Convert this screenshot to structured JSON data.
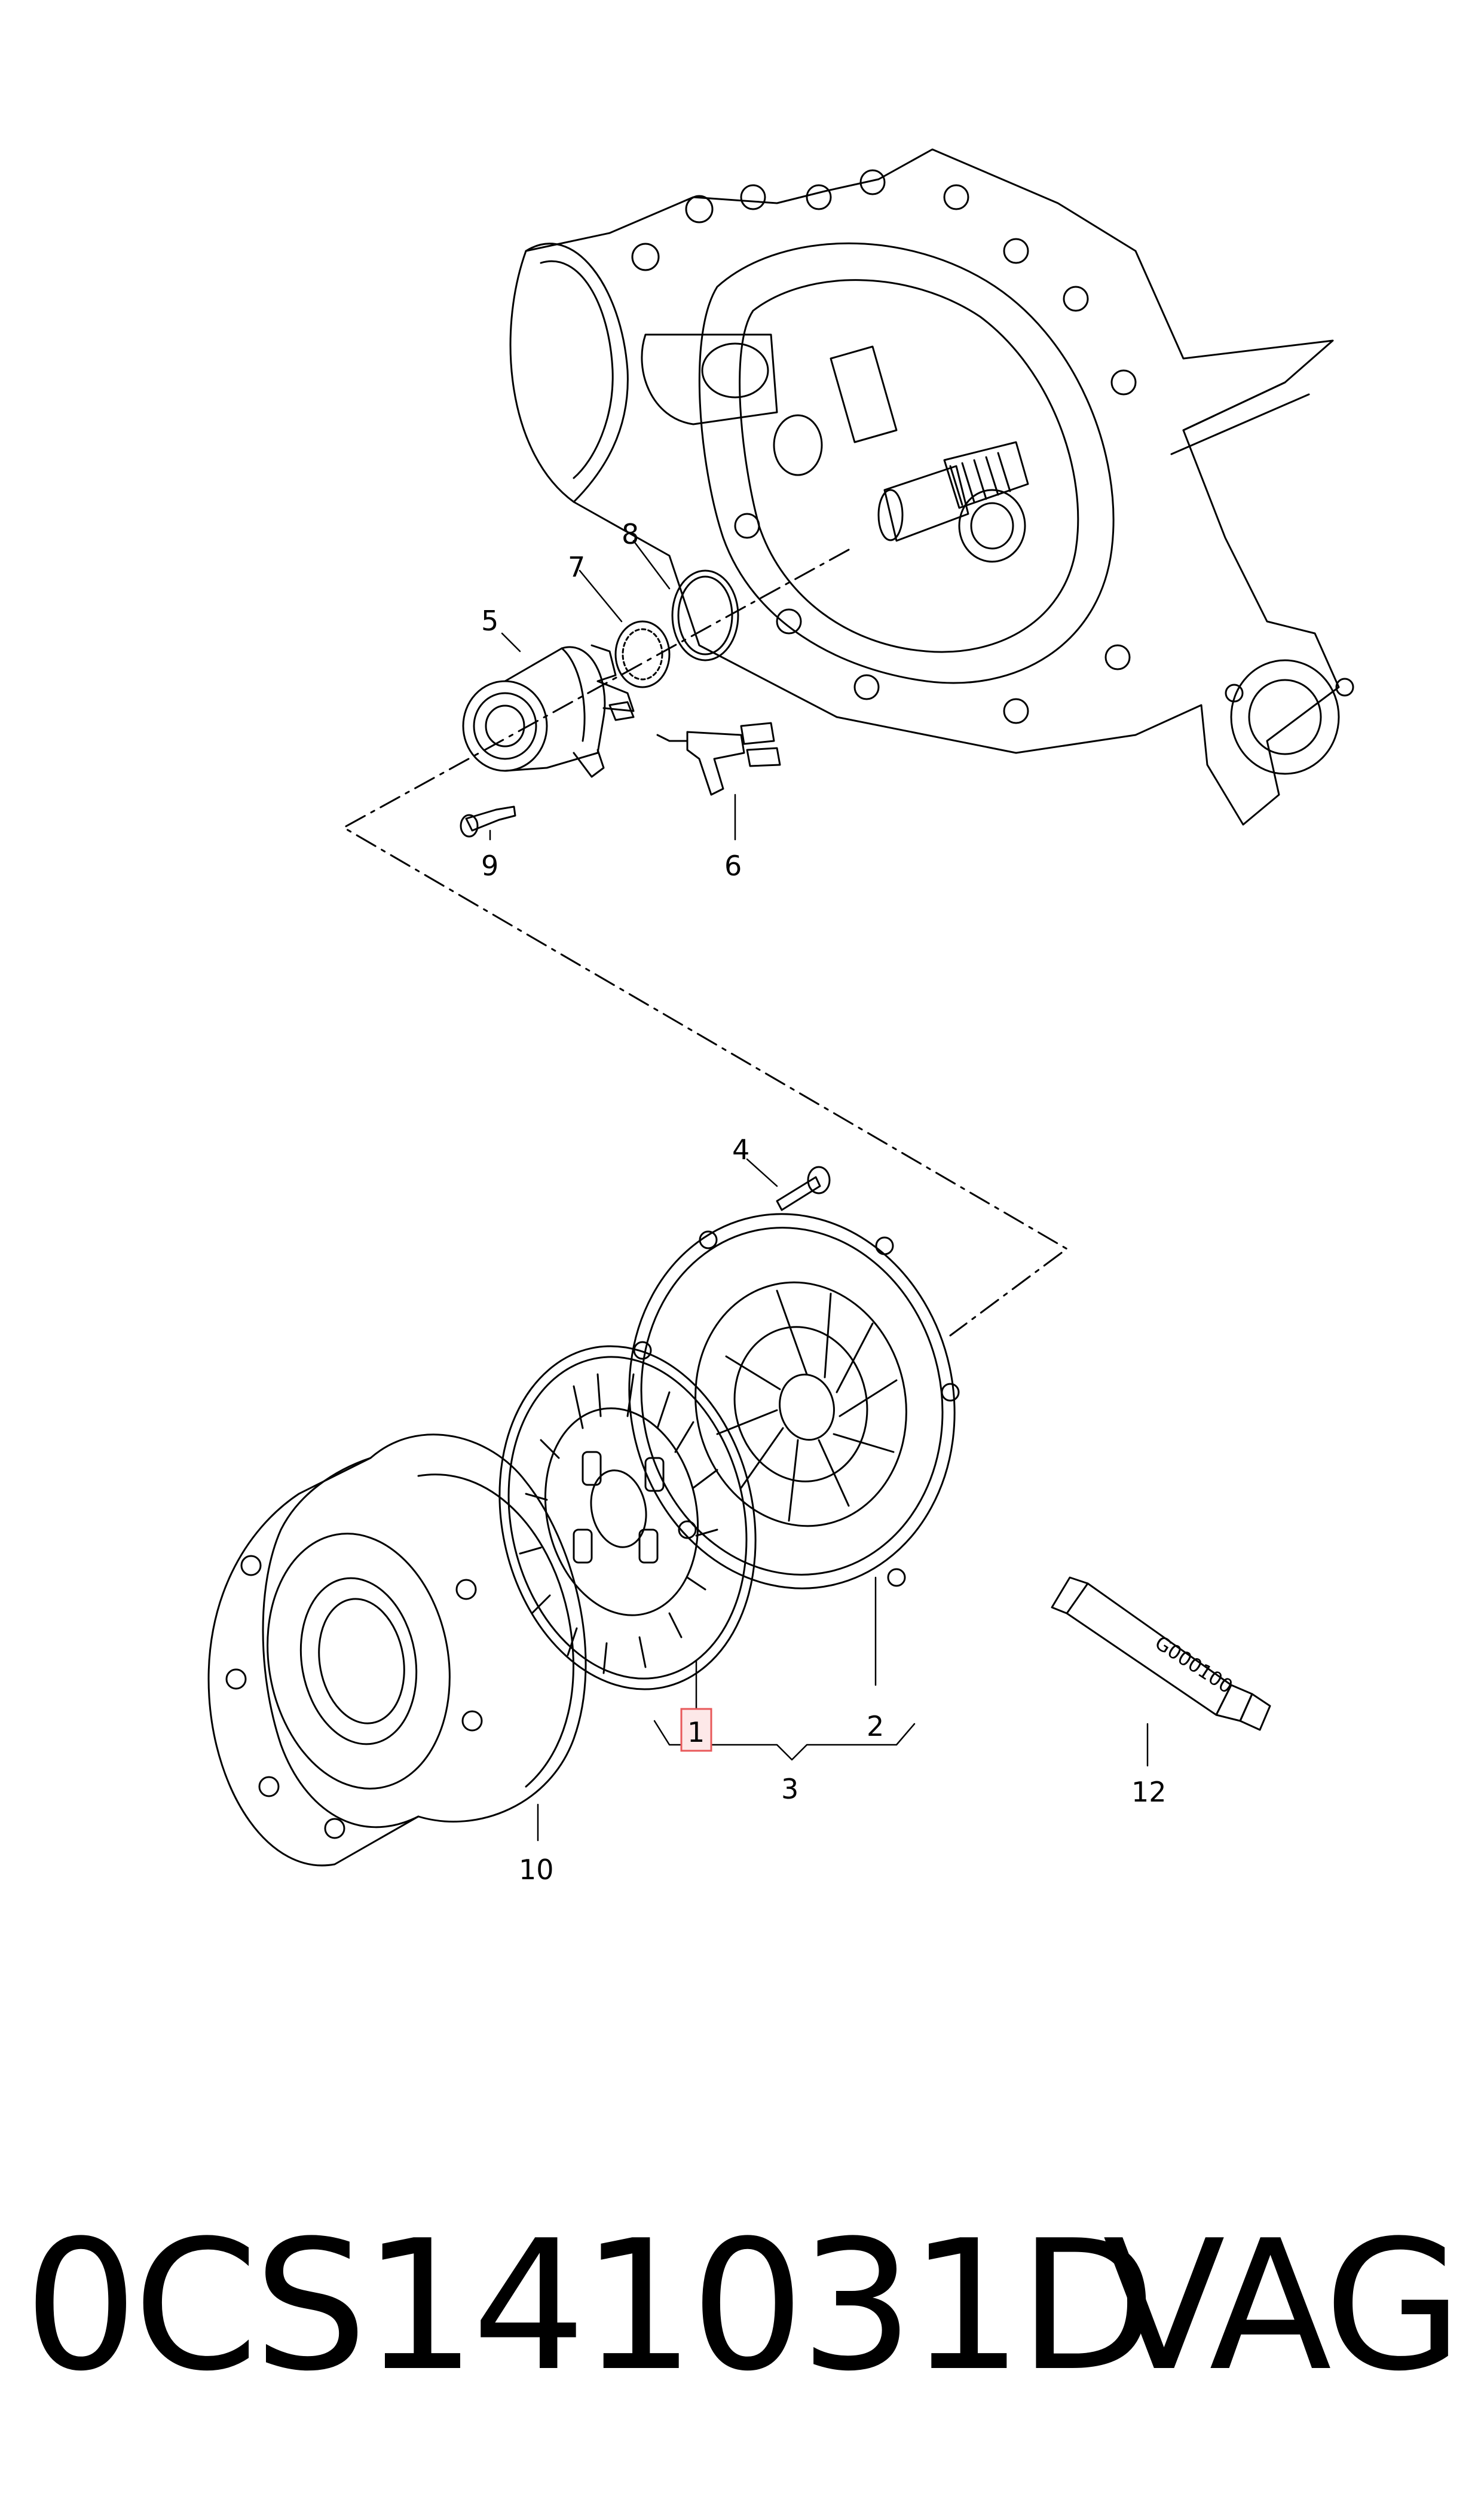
{
  "diagram": {
    "callouts": {
      "c1": "1",
      "c2": "2",
      "c3": "3",
      "c4": "4",
      "c5": "5",
      "c6": "6",
      "c7": "7",
      "c8": "8",
      "c9": "9",
      "c10": "10",
      "c12": "12"
    },
    "highlighted_callout": "1",
    "highlight_color": "#e8585a",
    "tube_label": "G000100"
  },
  "caption": {
    "part_number": "0CS141031D",
    "brand": "VAG"
  }
}
